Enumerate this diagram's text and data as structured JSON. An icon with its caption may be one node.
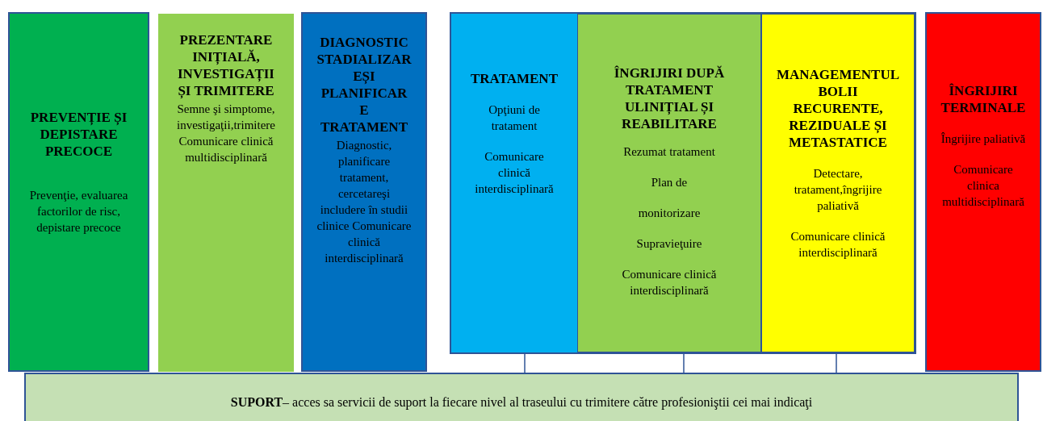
{
  "diagram": {
    "nodes": [
      {
        "text": [
          "PREVENȚIE ȘI DEPISTARE PRECOCE",
          "Prevenţie, evaluarea factorilor de risc, depistare precoce"
        ]
      },
      {
        "text": [
          "PREZENTARE INIȚIALĂ, INVESTIGAȚII ȘI TRIMITERE",
          "Semne şi simptome, investigaţii,trimitere Comunicare clinică multidisciplinară"
        ]
      },
      {
        "text": [
          "DIAGNOSTIC STADIALIZAREȘI PLANIFICARE TRATAMENT",
          "Diagnostic, planificare tratament, cercetareşi includere în studii clinice Comunicare clinică interdisciplinară"
        ]
      },
      {
        "text": [],
        "shape": "box"
      },
      {
        "text": [
          "TRATAMENT",
          "Opţiuni de tratament",
          "Comunicare clinică interdisciplinară"
        ],
        "in": 3
      },
      {
        "text": [
          "ÎNGRIJIRI DUPĂ TRATAMENT ULINIȚIAL ȘI REABILITARE",
          "Rezumat tratament",
          "Plan de",
          "monitorizare",
          "Supravieţuire",
          "Comunicare clinică interdisciplinară"
        ],
        "in": 3
      },
      {
        "text": [
          "MANAGEMENTUL BOLII RECURENTE, REZIDUALE ȘI METASTATICE",
          "Detectare, tratament,îngrijire paliativă",
          "Comunicare clinică interdisciplinară"
        ],
        "in": 3
      },
      {
        "text": [
          "ÎNGRIJIRI TERMINALE",
          "Îngrijire paliativă",
          "Comunicare clinica multidisciplinară"
        ]
      },
      {
        "text": [
          "**SUPORT**– acces sa servicii de suport la fiecare nivel al traseului cu trimitere către profesioniştii cei mai indicaţi"
        ]
      }
    ],
    "edges": [
      {
        "from": 4,
        "to": 8,
        "arrow": "none"
      },
      {
        "from": 5,
        "to": 8,
        "arrow": "none"
      },
      {
        "from": 6,
        "to": 8,
        "arrow": "none"
      }
    ]
  }
}
